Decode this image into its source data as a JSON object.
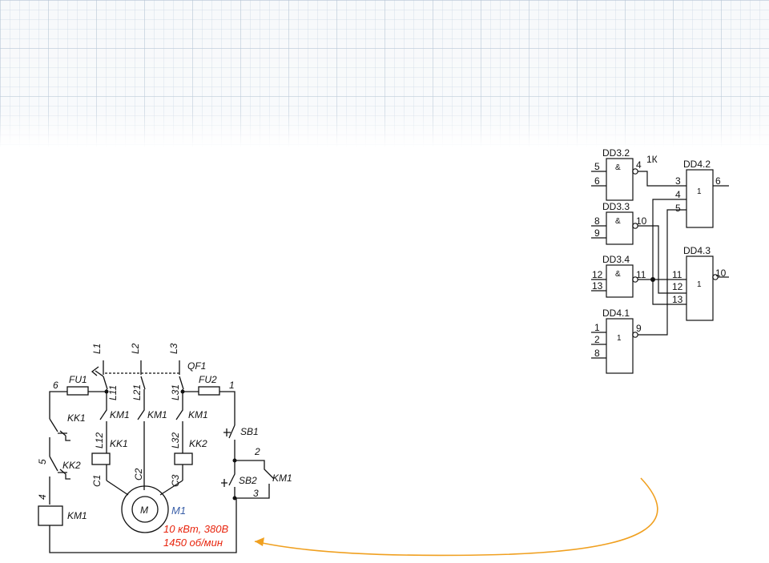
{
  "logic_diagram": {
    "gates": [
      {
        "id": "dd3-2",
        "name": "DD3.2",
        "symbol": "&",
        "inputs": [
          "5",
          "6"
        ],
        "output": "4"
      },
      {
        "id": "dd3-3",
        "name": "DD3.3",
        "symbol": "&",
        "inputs": [
          "8",
          "9"
        ],
        "output": "10"
      },
      {
        "id": "dd3-4",
        "name": "DD3.4",
        "symbol": "&",
        "inputs": [
          "12",
          "13"
        ],
        "output": "11"
      },
      {
        "id": "dd4-1",
        "name": "DD4.1",
        "symbol": "1",
        "inputs": [
          "1",
          "2",
          "8"
        ],
        "output": "9"
      },
      {
        "id": "dd4-2",
        "name": "DD4.2",
        "symbol": "1",
        "inputs": [
          "3",
          "4",
          "5"
        ],
        "output": "6"
      },
      {
        "id": "dd4-3",
        "name": "DD4.3",
        "symbol": "1",
        "inputs": [
          "11",
          "12",
          "13"
        ],
        "output": "10"
      }
    ],
    "resistor_label": "1К"
  },
  "motor_circuit": {
    "phases": [
      "L1",
      "L2",
      "L3"
    ],
    "breaker": "QF1",
    "fuses": [
      "FU1",
      "FU2"
    ],
    "phase_wires_mid": [
      "L11",
      "L21",
      "L31"
    ],
    "contactor": "KM1",
    "phase_wires_low": [
      "L12",
      "L32"
    ],
    "relays": [
      "KK1",
      "KK2"
    ],
    "motor_leads": [
      "C1",
      "C2",
      "C3"
    ],
    "motor_symbol": "M",
    "motor_name": "M1",
    "buttons": [
      "SB1",
      "SB2"
    ],
    "nodes": [
      "1",
      "2",
      "3",
      "4",
      "5",
      "6"
    ],
    "coil": "KM1",
    "rating_power": "10 кВт, 380В",
    "rating_speed": "1450 об/мин"
  },
  "colors": {
    "grid": "#b9c9d8",
    "rating_text": "#e8250e",
    "motor_label": "#3a5fa8",
    "arrow": "#f0a020"
  }
}
